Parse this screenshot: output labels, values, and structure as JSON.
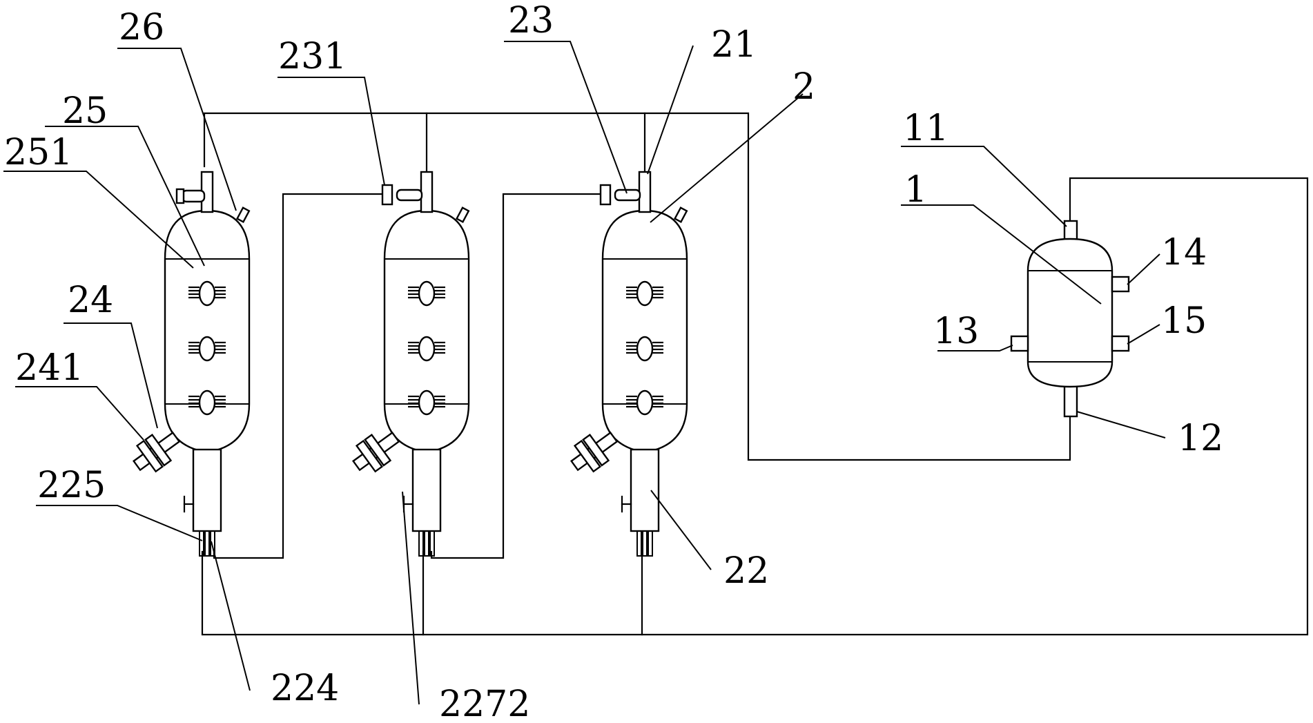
{
  "figure": {
    "labels": {
      "l26": "26",
      "l231": "231",
      "l23": "23",
      "l21": "21",
      "l2": "2",
      "l25": "25",
      "l251": "251",
      "l24": "24",
      "l241": "241",
      "l225": "225",
      "l224": "224",
      "l2272": "2272",
      "l22": "22",
      "l11": "11",
      "l1": "1",
      "l14": "14",
      "l13": "13",
      "l15": "15",
      "l12": "12"
    }
  }
}
